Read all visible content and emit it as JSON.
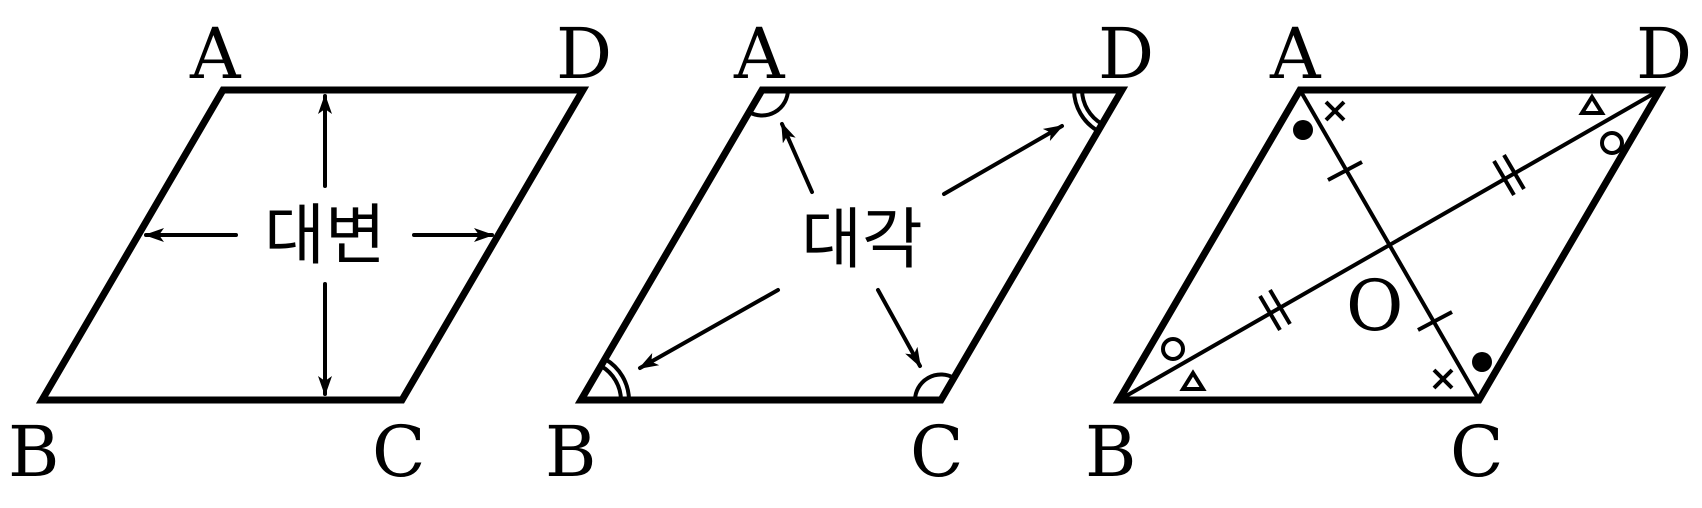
{
  "diagram": {
    "panel1": {
      "vertices": [
        "A",
        "D",
        "B",
        "C"
      ],
      "caption": "대변"
    },
    "panel2": {
      "vertices": [
        "A",
        "D",
        "B",
        "C"
      ],
      "caption": "대각"
    },
    "panel3": {
      "vertices": [
        "A",
        "D",
        "B",
        "C"
      ],
      "center": "O"
    }
  }
}
